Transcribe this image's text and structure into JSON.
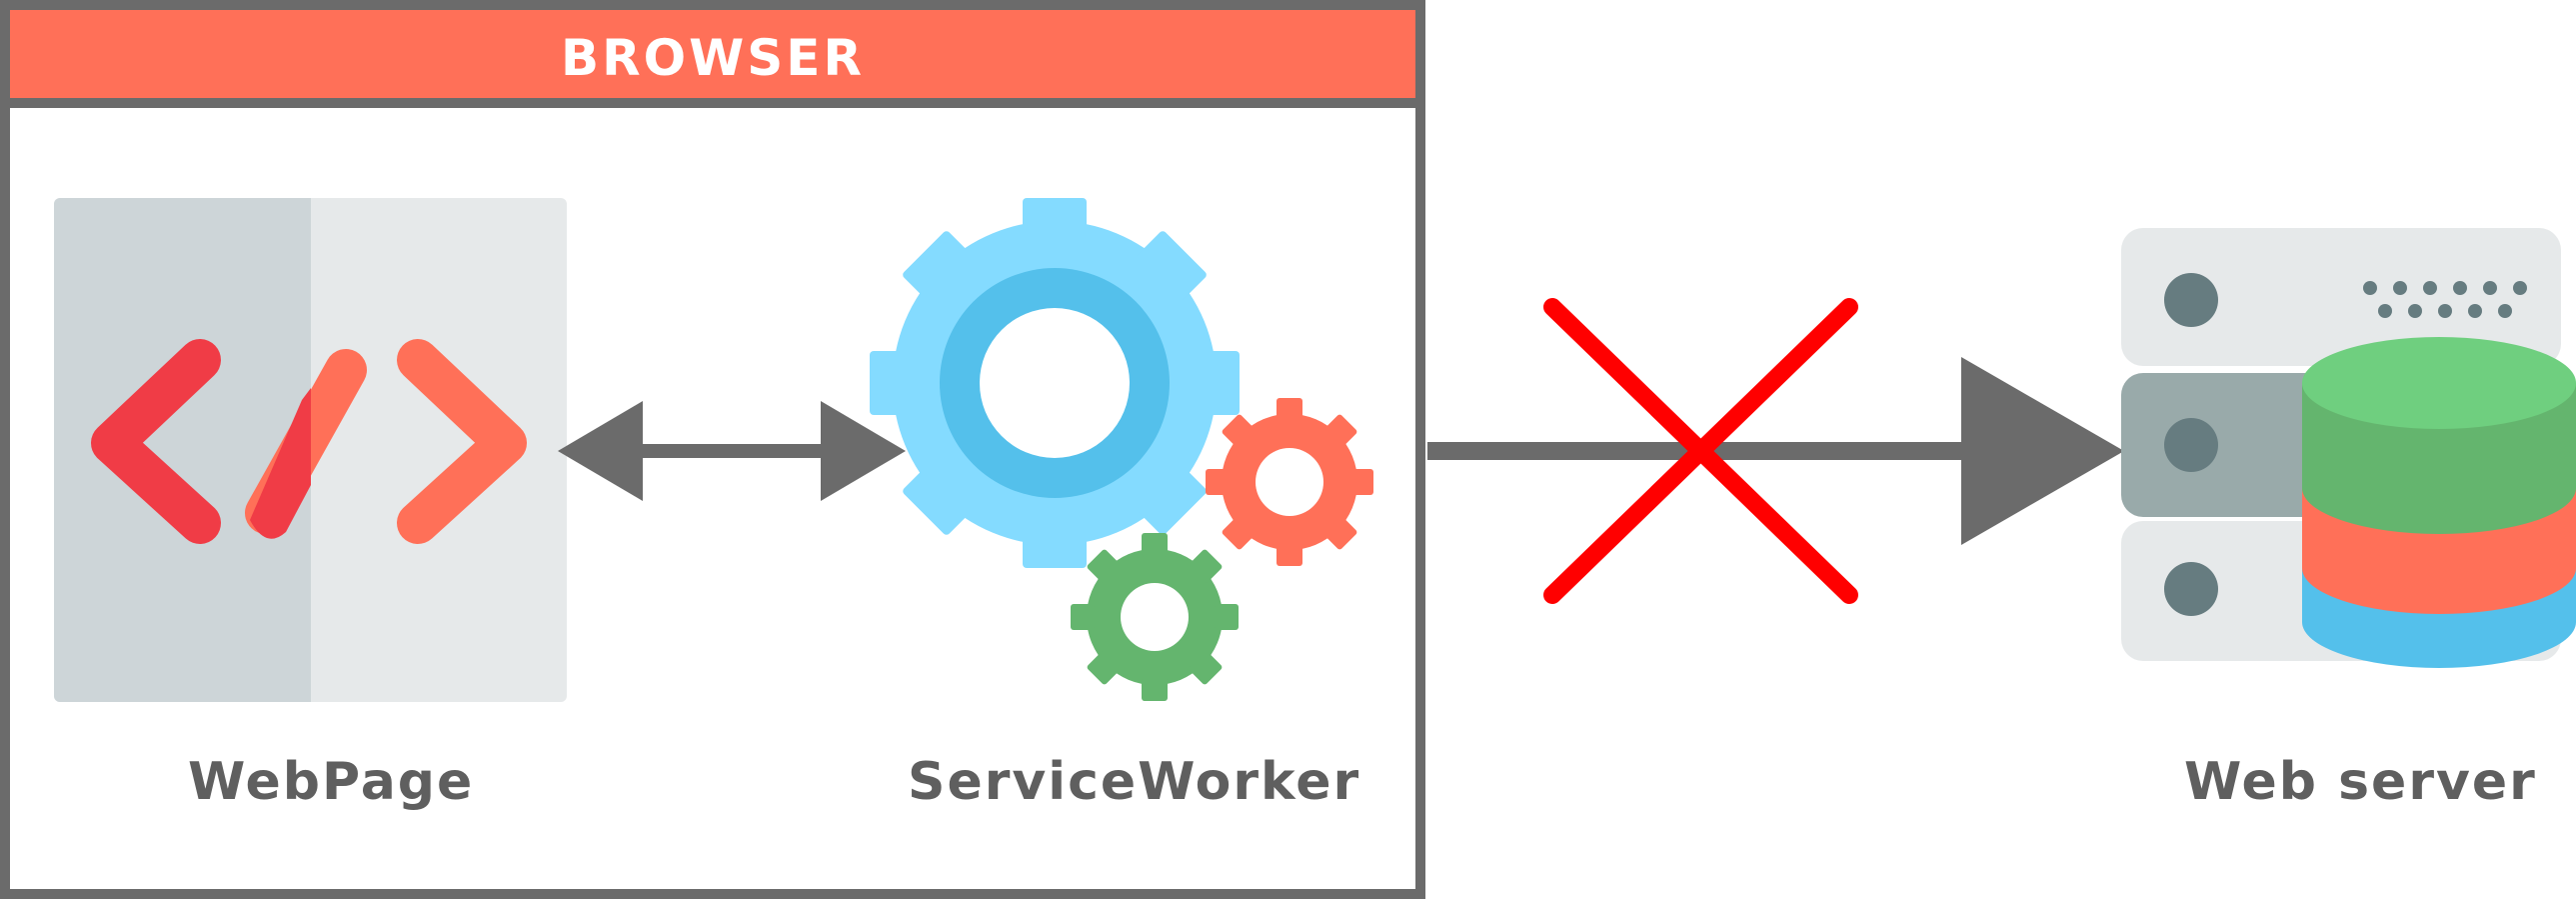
{
  "browser": {
    "title": "BROWSER"
  },
  "nodes": {
    "webpage": {
      "label": "WebPage",
      "icon": "code-page-icon"
    },
    "service_worker": {
      "label": "ServiceWorker",
      "icon": "gears-icon"
    },
    "web_server": {
      "label": "Web server",
      "icon": "server-database-icon"
    }
  },
  "connections": [
    {
      "from": "WebPage",
      "to": "ServiceWorker",
      "type": "bidirectional"
    },
    {
      "from": "ServiceWorker",
      "to": "Web server",
      "type": "blocked",
      "marker": "cross-icon"
    }
  ],
  "colors": {
    "frame": "#6b6b6b",
    "header": "#ff7058",
    "label": "#5f5f5f",
    "cross": "#ff0000",
    "gear_blue": "#84dbff",
    "gear_blue_ring": "#54c0eb",
    "gear_orange": "#ff7058",
    "gear_green": "#64b56e",
    "db_green": "#6fcf7f",
    "db_orange": "#ff7058",
    "db_blue": "#54c0eb"
  }
}
